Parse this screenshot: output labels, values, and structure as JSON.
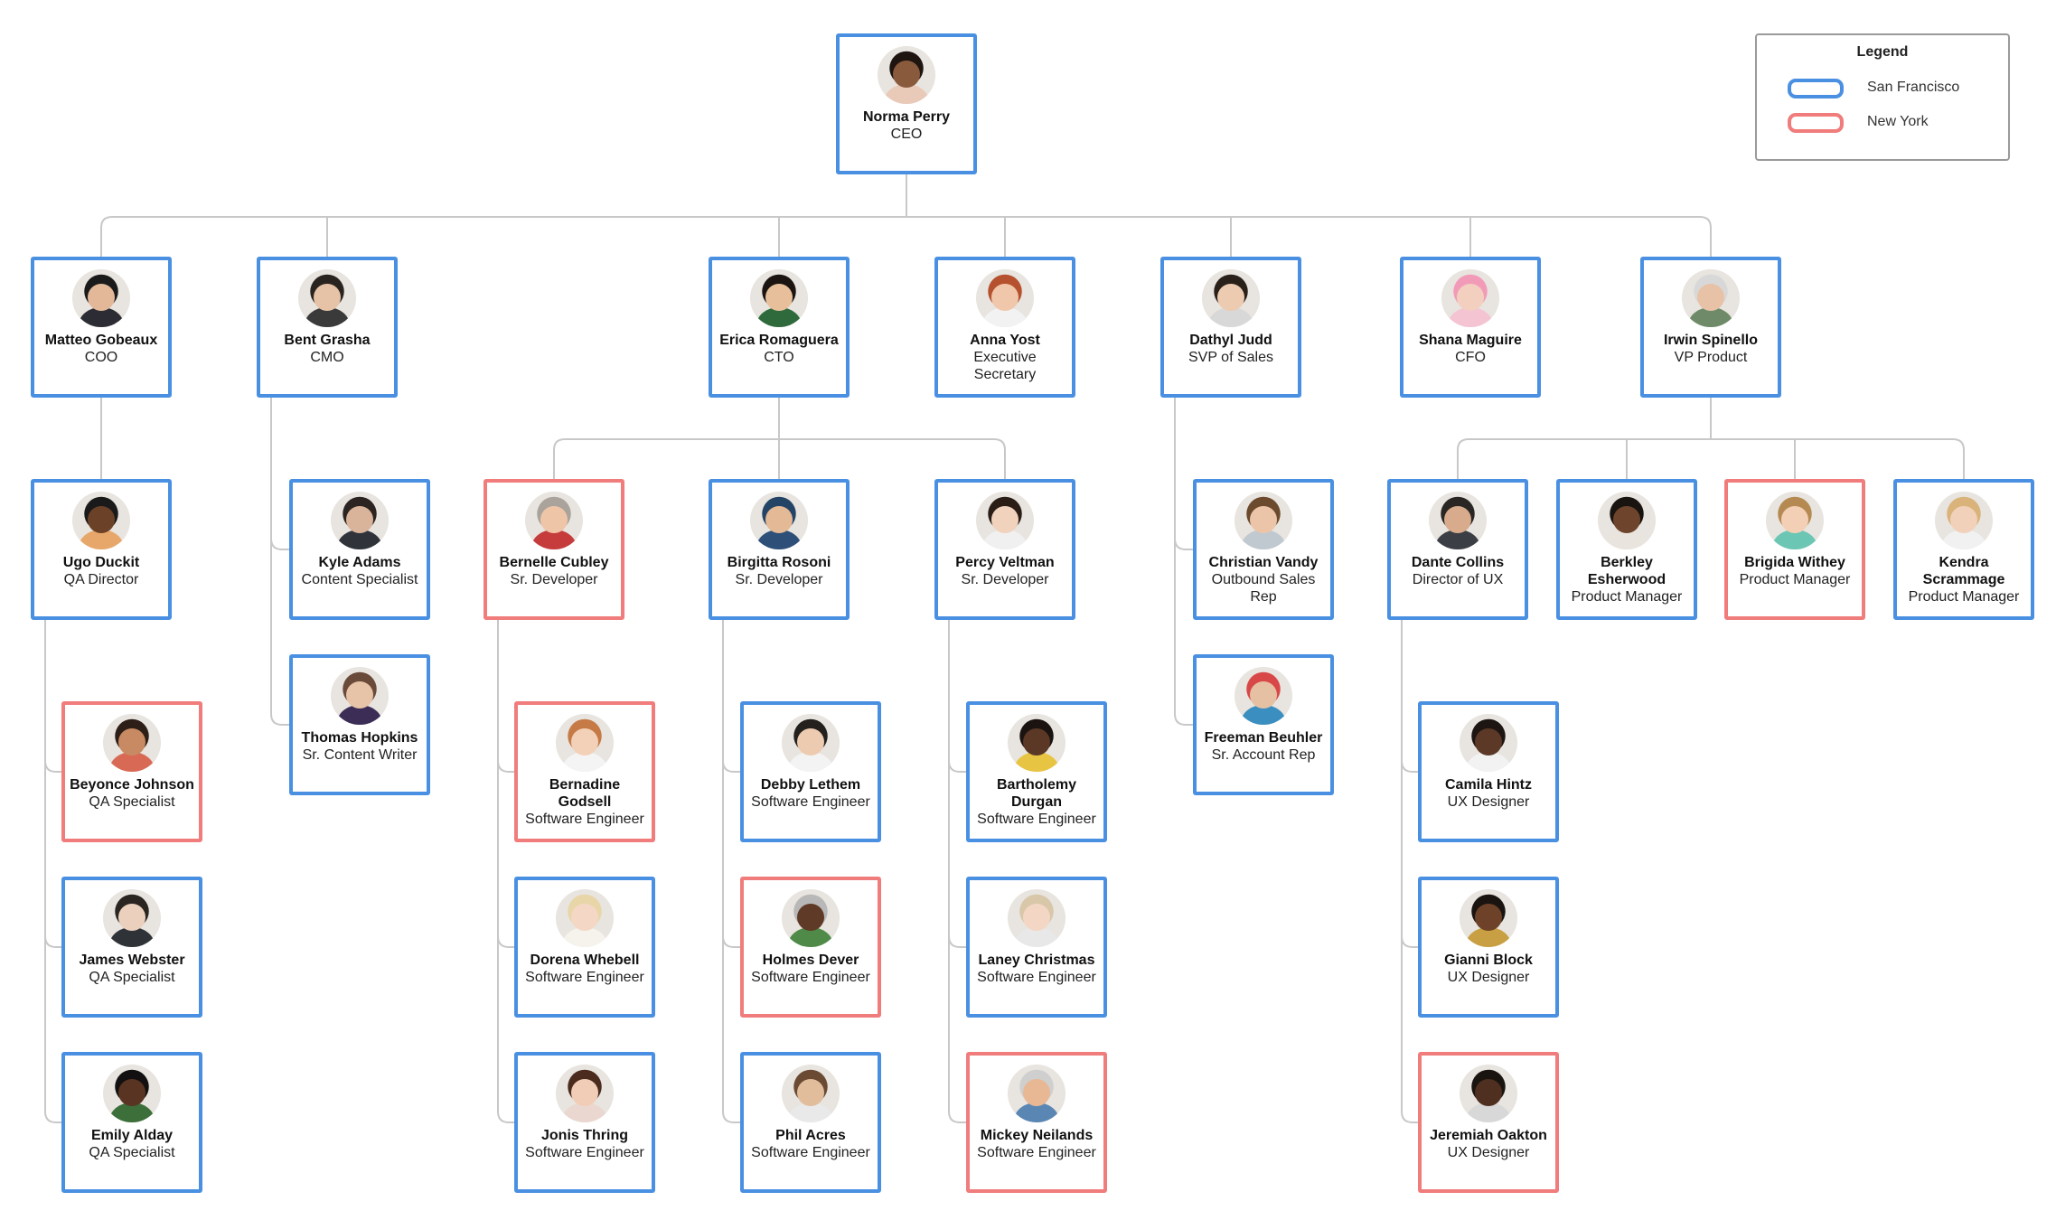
{
  "legend": {
    "title": "Legend",
    "items": [
      {
        "label": "San Francisco",
        "color": "#4a90e2"
      },
      {
        "label": "New York",
        "color": "#f07c7c"
      }
    ]
  },
  "colors": {
    "san_francisco": "#4a90e2",
    "new_york": "#f07c7c",
    "connector": "#c8c8c8"
  },
  "people": [
    {
      "id": "norma",
      "name": "Norma Perry",
      "title": "CEO",
      "office": "sf",
      "skin": "#8a5a3c",
      "hair": "#1e1410",
      "shirt": "#e9c9b8"
    },
    {
      "id": "matteo",
      "name": "Matteo Gobeaux",
      "title": "COO",
      "office": "sf",
      "skin": "#e2b899",
      "hair": "#1a1a1a",
      "shirt": "#2c2c34"
    },
    {
      "id": "bent",
      "name": "Bent Grasha",
      "title": "CMO",
      "office": "sf",
      "skin": "#e6c3a6",
      "hair": "#2a2420",
      "shirt": "#3a3a3a"
    },
    {
      "id": "erica",
      "name": "Erica Romaguera",
      "title": "CTO",
      "office": "sf",
      "skin": "#e7c09b",
      "hair": "#1b1411",
      "shirt": "#2f6a3c"
    },
    {
      "id": "anna",
      "name": "Anna Yost",
      "title": "Executive Secretary",
      "office": "sf",
      "skin": "#f0c7aa",
      "hair": "#b5512f",
      "shirt": "#f2f2f2"
    },
    {
      "id": "dathyl",
      "name": "Dathyl Judd",
      "title": "SVP of Sales",
      "office": "sf",
      "skin": "#eccbb0",
      "hair": "#2a201a",
      "shirt": "#d8d8d8"
    },
    {
      "id": "shana",
      "name": "Shana Maguire",
      "title": "CFO",
      "office": "sf",
      "skin": "#f3cfc0",
      "hair": "#f29bb8",
      "shirt": "#f4c4d3"
    },
    {
      "id": "irwin",
      "name": "Irwin Spinello",
      "title": "VP Product",
      "office": "sf",
      "skin": "#e8c2a6",
      "hair": "#d8d8d8",
      "shirt": "#6e8a68"
    },
    {
      "id": "ugo",
      "name": "Ugo Duckit",
      "title": "QA Director",
      "office": "sf",
      "skin": "#6b4227",
      "hair": "#1a1a1a",
      "shirt": "#e8a76a"
    },
    {
      "id": "kyle",
      "name": "Kyle Adams",
      "title": "Content Specialist",
      "office": "sf",
      "skin": "#d9b39a",
      "hair": "#2b2420",
      "shirt": "#30343a"
    },
    {
      "id": "thomas",
      "name": "Thomas Hopkins",
      "title": "Sr. Content Writer",
      "office": "sf",
      "skin": "#e7c4a8",
      "hair": "#6a4b3a",
      "shirt": "#3b2d55"
    },
    {
      "id": "bernelle",
      "name": "Bernelle Cubley",
      "title": "Sr. Developer",
      "office": "ny",
      "skin": "#efc5a8",
      "hair": "#a9a39b",
      "shirt": "#c63b3b"
    },
    {
      "id": "birgitta",
      "name": "Birgitta Rosoni",
      "title": "Sr. Developer",
      "office": "sf",
      "skin": "#e3b996",
      "hair": "#244466",
      "shirt": "#2d4f78"
    },
    {
      "id": "percy",
      "name": "Percy Veltman",
      "title": "Sr. Developer",
      "office": "sf",
      "skin": "#f1d2bd",
      "hair": "#2a1d16",
      "shirt": "#f0f0f0"
    },
    {
      "id": "christian",
      "name": "Christian Vandy",
      "title": "Outbound Sales Rep",
      "office": "sf",
      "skin": "#ecc5a8",
      "hair": "#6b4a2e",
      "shirt": "#c0c8d0"
    },
    {
      "id": "freeman",
      "name": "Freeman Beuhler",
      "title": "Sr. Account Rep",
      "office": "sf",
      "skin": "#e6c0a2",
      "hair": "#d84848",
      "shirt": "#3a8ec0"
    },
    {
      "id": "dante",
      "name": "Dante Collins",
      "title": "Director of UX",
      "office": "sf",
      "skin": "#d7ab8c",
      "hair": "#2a2623",
      "shirt": "#3b3f45"
    },
    {
      "id": "berkley",
      "name": "Berkley Esherwood",
      "title": "Product Manager",
      "office": "sf",
      "skin": "#6e452c",
      "hair": "#1a1410",
      "shirt": "#e9e4dd"
    },
    {
      "id": "brigida",
      "name": "Brigida Withey",
      "title": "Product Manager",
      "office": "ny",
      "skin": "#f3cfb5",
      "hair": "#b58a52",
      "shirt": "#6cc6b4"
    },
    {
      "id": "kendra",
      "name": "Kendra Scrammage",
      "title": "Product Manager",
      "office": "sf",
      "skin": "#f2d1bb",
      "hair": "#d9b37a",
      "shirt": "#f1f1f1"
    },
    {
      "id": "beyonce",
      "name": "Beyonce Johnson",
      "title": "QA Specialist",
      "office": "ny",
      "skin": "#c88a63",
      "hair": "#2d1f17",
      "shirt": "#d86a55"
    },
    {
      "id": "james",
      "name": "James Webster",
      "title": "QA Specialist",
      "office": "sf",
      "skin": "#ead0bd",
      "hair": "#2a2521",
      "shirt": "#2f3338"
    },
    {
      "id": "emily",
      "name": "Emily Alday",
      "title": "QA Specialist",
      "office": "sf",
      "skin": "#5a3422",
      "hair": "#121010",
      "shirt": "#3d6f3a"
    },
    {
      "id": "bernadine",
      "name": "Bernadine Godsell",
      "title": "Software Engineer",
      "office": "ny",
      "skin": "#f3d0b8",
      "hair": "#c67b47",
      "shirt": "#f4f4f4"
    },
    {
      "id": "dorena",
      "name": "Dorena Whebell",
      "title": "Software Engineer",
      "office": "sf",
      "skin": "#f4d8c5",
      "hair": "#e8d6a9",
      "shirt": "#f6f2ec"
    },
    {
      "id": "jonis",
      "name": "Jonis Thring",
      "title": "Software Engineer",
      "office": "sf",
      "skin": "#f1cdb7",
      "hair": "#4a2b1e",
      "shirt": "#ead8d0"
    },
    {
      "id": "debby",
      "name": "Debby Lethem",
      "title": "Software Engineer",
      "office": "sf",
      "skin": "#edcbb1",
      "hair": "#23201d",
      "shirt": "#f3f3f3"
    },
    {
      "id": "holmes",
      "name": "Holmes Dever",
      "title": "Software Engineer",
      "office": "ny",
      "skin": "#5f3a26",
      "hair": "#b8b8b8",
      "shirt": "#4f8a48"
    },
    {
      "id": "phil",
      "name": "Phil Acres",
      "title": "Software Engineer",
      "office": "sf",
      "skin": "#e2bd9c",
      "hair": "#6a4a33",
      "shirt": "#e9e9e9"
    },
    {
      "id": "bartholemy",
      "name": "Bartholemy Durgan",
      "title": "Software Engineer",
      "office": "sf",
      "skin": "#5b3725",
      "hair": "#1a1310",
      "shirt": "#e8c443"
    },
    {
      "id": "laney",
      "name": "Laney Christmas",
      "title": "Software Engineer",
      "office": "sf",
      "skin": "#f3d7c4",
      "hair": "#d8c7a8",
      "shirt": "#e8e8e8"
    },
    {
      "id": "mickey",
      "name": "Mickey Neilands",
      "title": "Software Engineer",
      "office": "ny",
      "skin": "#e8b894",
      "hair": "#cfcfcf",
      "shirt": "#5a86b4"
    },
    {
      "id": "camila",
      "name": "Camila Hintz",
      "title": "UX Designer",
      "office": "sf",
      "skin": "#5c3826",
      "hair": "#1d1512",
      "shirt": "#f2f2f2"
    },
    {
      "id": "gianni",
      "name": "Gianni Block",
      "title": "UX Designer",
      "office": "sf",
      "skin": "#6e4228",
      "hair": "#1a1410",
      "shirt": "#c8a043"
    },
    {
      "id": "jeremiah",
      "name": "Jeremiah Oakton",
      "title": "UX Designer",
      "office": "ny",
      "skin": "#4f2f20",
      "hair": "#1a1410",
      "shirt": "#d8d8d8"
    }
  ]
}
